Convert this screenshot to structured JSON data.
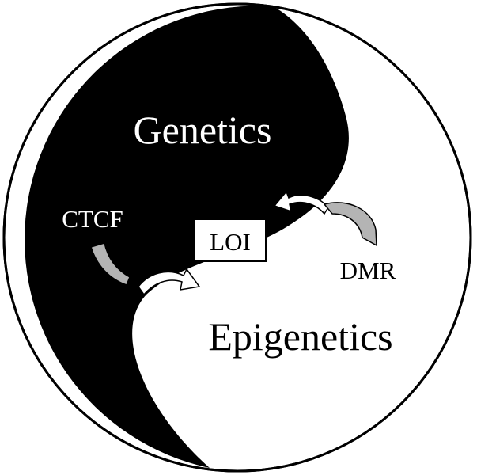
{
  "labels": {
    "genetics": "Genetics",
    "epigenetics": "Epigenetics",
    "ctcf": "CTCF",
    "loi": "LOI",
    "dmr": "DMR"
  },
  "colors": {
    "dark_half": "#000000",
    "light_half": "#ffffff",
    "outline": "#000000",
    "arrow_gray": "#b4b4b4",
    "arrow_white": "#ffffff"
  }
}
